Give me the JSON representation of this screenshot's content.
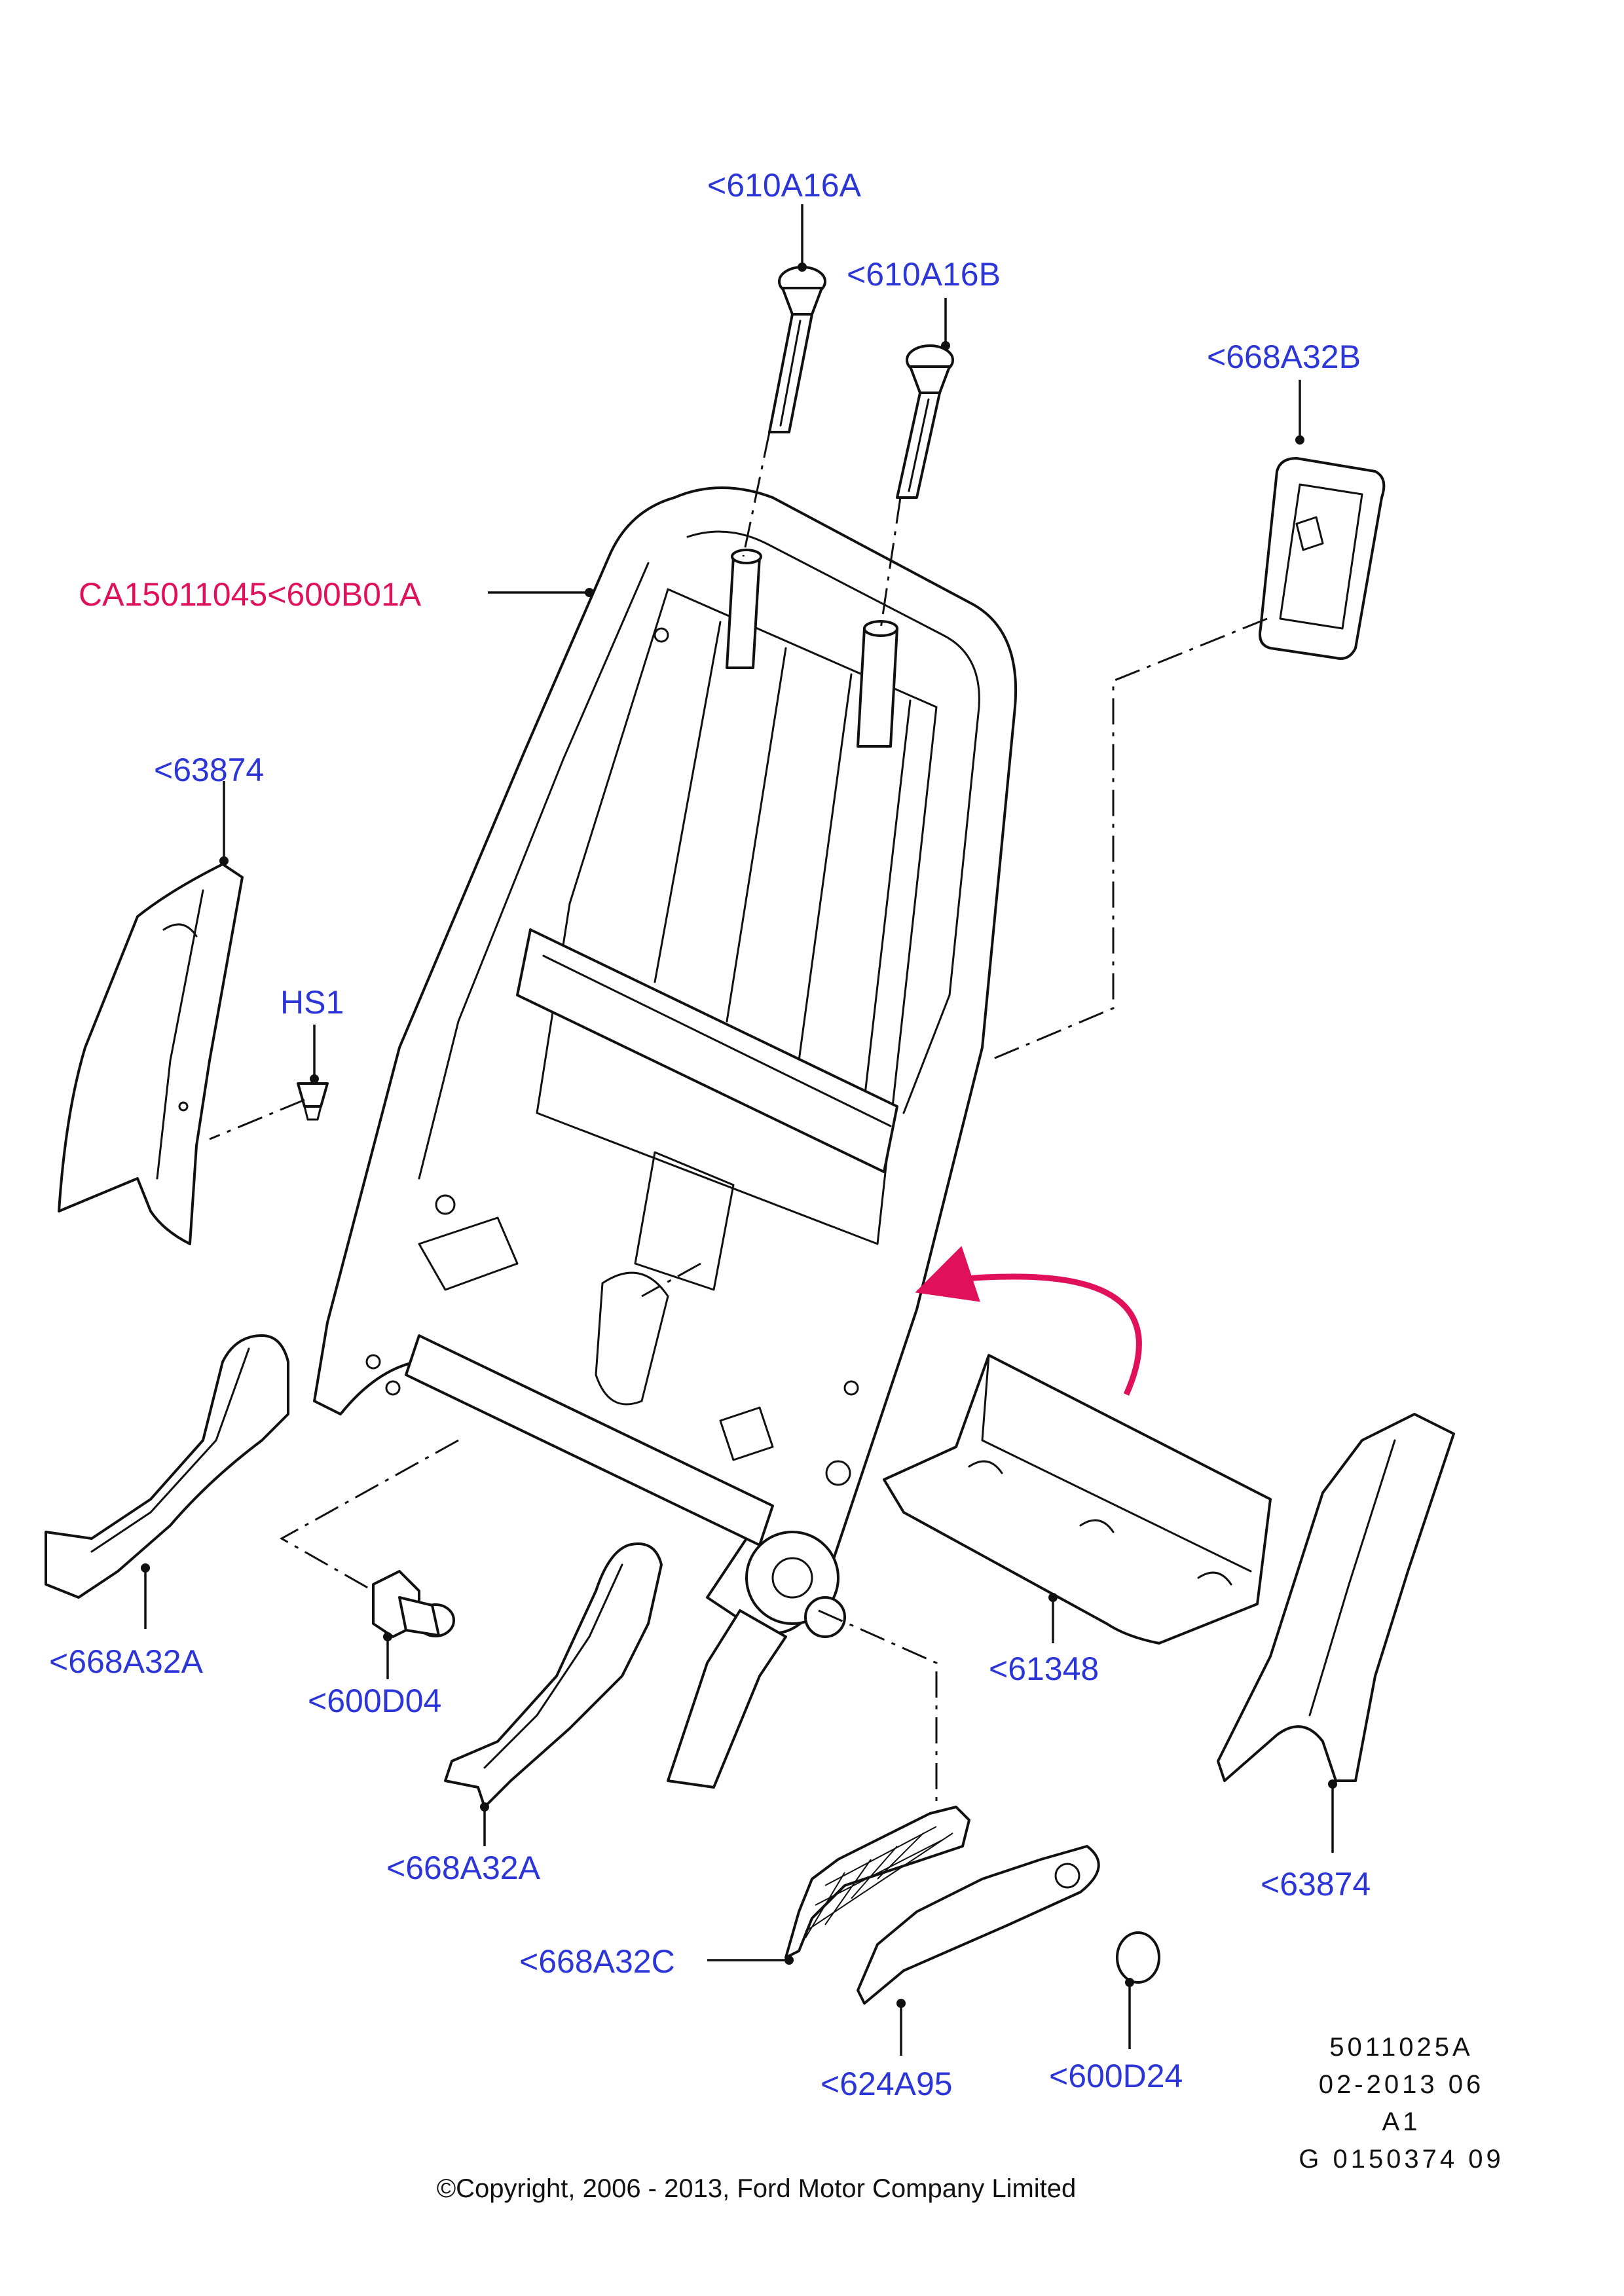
{
  "callouts": {
    "pin_a": "<610A16A",
    "pin_b": "<610A16B",
    "trim_top_right": "<668A32B",
    "frame": "CA15011045<600B01A",
    "trim_left_upper": "<63874",
    "screw": "HS1",
    "trim_left_lower": "<668A32A",
    "bushing": "<600D04",
    "trim_center_lower": "<668A32A",
    "panel": "<61348",
    "trim_right": "<63874",
    "cover_c": "<668A32C",
    "handle": "<624A95",
    "cap": "<600D24"
  },
  "meta": {
    "line1": "5011025A",
    "line2": "02-2013 06",
    "line3": "A1",
    "line4": "G 0150374 09"
  },
  "copyright": "©Copyright, 2006 - 2013, Ford Motor Company Limited",
  "colors": {
    "callout": "#2b35d8",
    "highlight": "#e0105a",
    "line": "#111111"
  }
}
